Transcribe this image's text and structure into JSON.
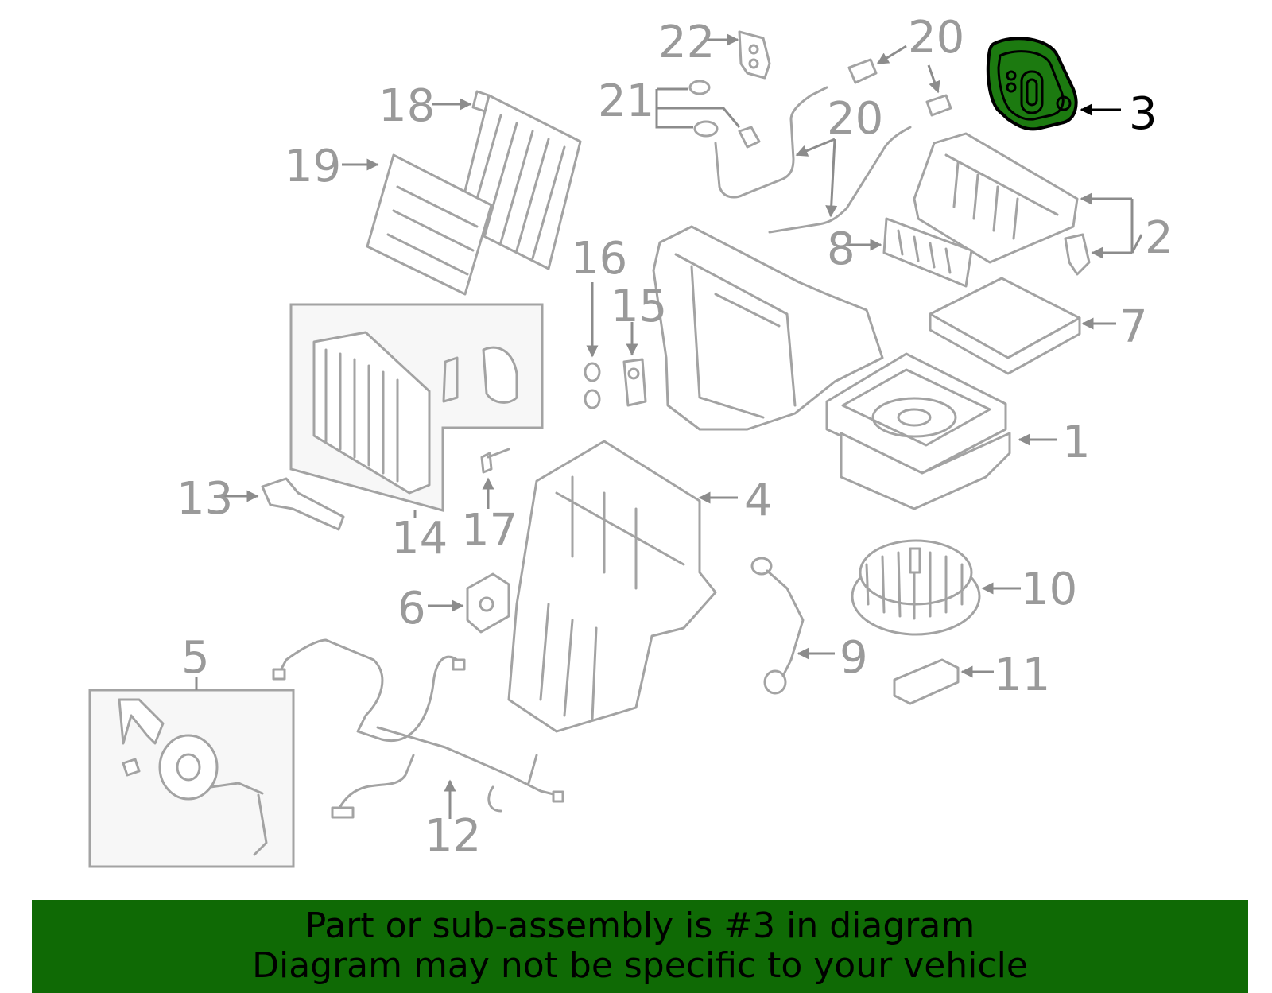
{
  "highlight_color": "#1c7a10",
  "banner_color": "#0f6a05",
  "callouts": {
    "n1": "1",
    "n2": "2",
    "n3": "3",
    "n4": "4",
    "n5": "5",
    "n6": "6",
    "n7": "7",
    "n8": "8",
    "n9": "9",
    "n10": "10",
    "n11": "11",
    "n12": "12",
    "n13": "13",
    "n14": "14",
    "n15": "15",
    "n16": "16",
    "n17": "17",
    "n18": "18",
    "n19": "19",
    "n20a": "20",
    "n20b": "20",
    "n21": "21",
    "n22": "22"
  },
  "banner": {
    "line1": "Part or sub-assembly is #3 in diagram",
    "line2": "Diagram may not be specific to your vehicle"
  }
}
